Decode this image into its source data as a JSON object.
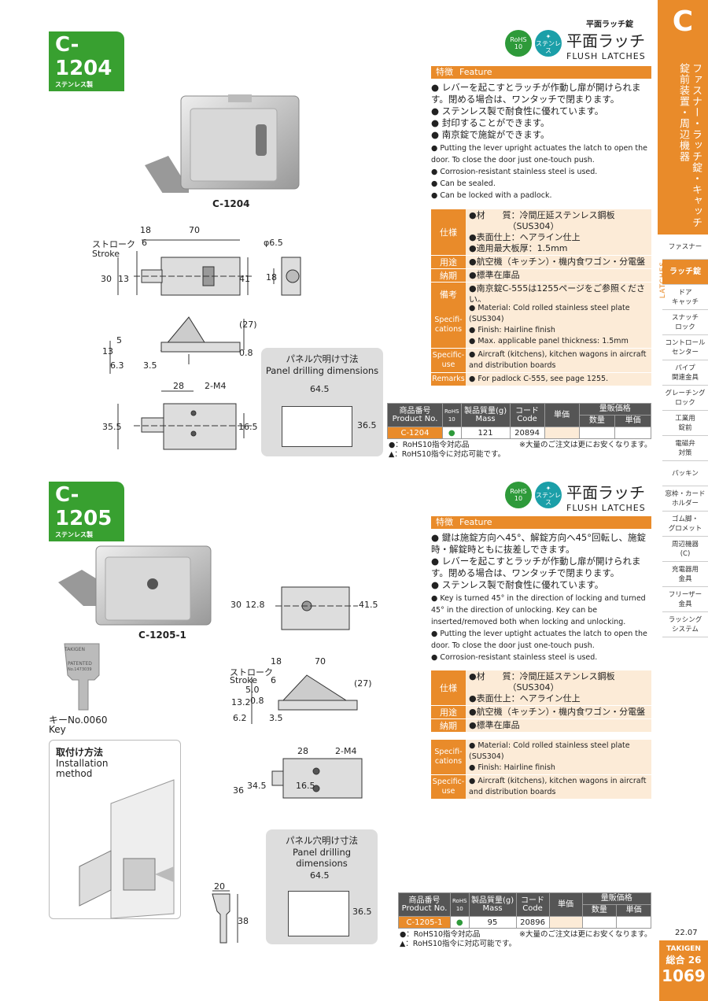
{
  "header": {
    "category": "平面ラッチ錠"
  },
  "p1204": {
    "code": "C-1204",
    "sub": "ステンレス製",
    "title_jp": "平面ラッチ",
    "title_en": "FLUSH LATCHES",
    "badge_rohs": "RoHS",
    "badge_rohs2": "10",
    "badge_stain": "ステンレス",
    "feat_jp": "特徴",
    "feat_en": "Feature",
    "bullets_jp": [
      "レバーを起こすとラッチが作動し扉が開けられます。閉める場合は、ワンタッチで閉まります。",
      "ステンレス製で耐食性に優れています。",
      "封印することができます。",
      "南京錠で施錠ができます。"
    ],
    "bullets_en": [
      "Putting the lever upright actuates the latch to open the door. To close the door just one-touch push.",
      "Corrosion-resistant stainless steel is used.",
      "Can be sealed.",
      "Can be locked with a padlock."
    ],
    "spec_jp": [
      {
        "label": "仕様",
        "lines": [
          "●材　　質：冷間圧延ステンレス鋼板",
          "　　　　　（SUS304）",
          "●表面仕上：ヘアライン仕上",
          "●適用最大板厚：1.5mm"
        ]
      },
      {
        "label": "用途",
        "lines": [
          "●航空機（キッチン）・機内食ワゴン・分電盤"
        ]
      },
      {
        "label": "納期",
        "lines": [
          "●標準在庫品"
        ]
      },
      {
        "label": "備考",
        "lines": [
          "●南京錠C-555は1255ページをご参照ください。"
        ]
      }
    ],
    "spec_en": [
      {
        "label": "Specifi-cations",
        "lines": [
          "Material: Cold rolled stainless steel plate (SUS304)",
          "Finish: Hairline finish",
          "Max. applicable panel thickness: 1.5mm"
        ]
      },
      {
        "label": "Specific-use",
        "lines": [
          "Aircraft (kitchens), kitchen wagons in aircraft",
          "and distribution boards"
        ]
      },
      {
        "label": "Remarks",
        "lines": [
          "For padlock C-555, see page 1255."
        ]
      }
    ],
    "photo_label": "C-1204",
    "panel_title_jp": "パネル穴明け寸法",
    "panel_title_en": "Panel drilling dimensions",
    "dims": {
      "stroke_jp": "ストローク",
      "stroke_en": "Stroke",
      "d18": "18",
      "d70": "70",
      "d6": "6",
      "d30": "30",
      "d13": "13",
      "d41": "41",
      "phi": "φ6.5",
      "d18b": "18",
      "d27": "(27)",
      "d5": "5",
      "d13b": "13",
      "d08": "0.8",
      "d63": "6.3",
      "d35": "3.5",
      "d28": "28",
      "m4": "2-M4",
      "d355": "35.5",
      "d165": "16.5",
      "d645": "64.5",
      "d365": "36.5"
    },
    "table": {
      "h_pn_jp": "商品番号",
      "h_pn_en": "Product No.",
      "h_rohs": "RoHS",
      "h_rohs2": "10",
      "h_mass_jp": "製品質量(g)",
      "h_mass_en": "Mass",
      "h_code_jp": "コード",
      "h_code_en": "Code",
      "h_price": "単価",
      "h_bulk": "量販価格",
      "h_qty": "数量",
      "h_unit": "単価",
      "pn": "C-1204",
      "rohs": "●",
      "mass": "121",
      "code": "20894"
    },
    "notes": [
      "●：RoHS10指令対応品",
      "▲：RoHS10指令に対応可能です。",
      "※大量のご注文は更にお安くなります。"
    ]
  },
  "p1205": {
    "code": "C-1205",
    "sub": "ステンレス製",
    "title_jp": "平面ラッチ",
    "title_en": "FLUSH LATCHES",
    "badge_rohs": "RoHS",
    "badge_rohs2": "10",
    "badge_stain": "ステンレス",
    "feat_jp": "特徴",
    "feat_en": "Feature",
    "bullets_jp": [
      "鍵は施錠方向へ45°、解錠方向へ45°回転し、施錠時・解錠時ともに抜差しできます。",
      "レバーを起こすとラッチが作動し扉が開けられます。閉める場合は、ワンタッチで閉まります。",
      "ステンレス製で耐食性に優れています。"
    ],
    "bullets_en": [
      "Key is turned 45° in the direction of locking and turned 45° in the direction of unlocking. Key can be inserted/removed both when locking and unlocking.",
      "Putting the lever uptight actuates the latch to open the door. To close the door just one-touch push.",
      "Corrosion-resistant stainless steel is used."
    ],
    "spec_jp": [
      {
        "label": "仕様",
        "lines": [
          "●材　　質：冷間圧延ステンレス鋼板",
          "　　　　　（SUS304）",
          "●表面仕上：ヘアライン仕上"
        ]
      },
      {
        "label": "用途",
        "lines": [
          "●航空機（キッチン）・機内食ワゴン・分電盤"
        ]
      },
      {
        "label": "納期",
        "lines": [
          "●標準在庫品"
        ]
      }
    ],
    "spec_en": [
      {
        "label": "Specifi-cations",
        "lines": [
          "Material: Cold rolled stainless steel plate",
          "(SUS304)",
          "Finish: Hairline finish"
        ]
      },
      {
        "label": "Specific-use",
        "lines": [
          "Aircraft (kitchens), kitchen wagons in aircraft",
          "and distribution boards"
        ]
      }
    ],
    "photo_label": "C-1205-1",
    "key_label_jp": "キーNo.0060",
    "key_label_en": "Key",
    "key_text1": "TAKIGEN",
    "key_text2": "PATENTED",
    "key_text3": "No.1473039",
    "install_jp": "取付け方法",
    "install_en1": "Installation",
    "install_en2": "method",
    "panel_title_jp": "パネル穴明け寸法",
    "panel_title_en": "Panel drilling dimensions",
    "dims": {
      "d30": "30",
      "d128": "12.8",
      "d415": "41.5",
      "stroke_jp": "ストローク",
      "stroke_en": "Stroke",
      "d18": "18",
      "d70": "70",
      "d6": "6",
      "d132": "13.2",
      "d50": "5.0",
      "d08": "0.8",
      "d62": "6.2",
      "d35": "3.5",
      "d27": "(27)",
      "d28": "28",
      "m4": "2-M4",
      "d36": "36",
      "d345": "34.5",
      "d165": "16.5",
      "d645": "64.5",
      "d365": "36.5",
      "d20": "20",
      "d38": "38"
    },
    "table": {
      "h_pn_jp": "商品番号",
      "h_pn_en": "Product No.",
      "h_rohs": "RoHS",
      "h_rohs2": "10",
      "h_mass_jp": "製品質量(g)",
      "h_mass_en": "Mass",
      "h_code_jp": "コード",
      "h_code_en": "Code",
      "h_price": "単価",
      "h_bulk": "量販価格",
      "h_qty": "数量",
      "h_unit": "単価",
      "pn": "C-1205-1",
      "rohs": "●",
      "mass": "95",
      "code": "20896"
    },
    "notes": [
      "●：RoHS10指令対応品",
      "▲：RoHS10指令に対応可能です。",
      "※大量のご注文は更にお安くなります。"
    ]
  },
  "sidebar": {
    "letter": "C",
    "vertical1": "ファスナー・ラッチ錠・キャッチ",
    "vertical2": "錠前装置・周辺機器",
    "latches": "LATCHES",
    "items": [
      {
        "l1": "ファスナー",
        "l2": ""
      },
      {
        "l1": "ラッチ錠",
        "l2": ""
      },
      {
        "l1": "ドア",
        "l2": "キャッチ"
      },
      {
        "l1": "スナッチ",
        "l2": "ロック"
      },
      {
        "l1": "コントロール",
        "l2": "センター"
      },
      {
        "l1": "パイプ",
        "l2": "関連金具"
      },
      {
        "l1": "グレーチング",
        "l2": "ロック"
      },
      {
        "l1": "工業用",
        "l2": "錠前"
      },
      {
        "l1": "電磁弁",
        "l2": "対策"
      },
      {
        "l1": "パッキン",
        "l2": ""
      },
      {
        "l1": "窓枠・カード",
        "l2": "ホルダー"
      },
      {
        "l1": "ゴム脚・",
        "l2": "グロメット"
      },
      {
        "l1": "周辺機器",
        "l2": "(C)"
      },
      {
        "l1": "充電器用",
        "l2": "金具"
      },
      {
        "l1": "フリーザー",
        "l2": "金具"
      },
      {
        "l1": "ラッシング",
        "l2": "システム"
      }
    ],
    "date": "22.07",
    "brand": "TAKIGEN",
    "sogo": "総合 26",
    "page": "1069"
  },
  "colors": {
    "accent": "#e98b2a",
    "green": "#38a030",
    "teal": "#1b9fa8"
  }
}
